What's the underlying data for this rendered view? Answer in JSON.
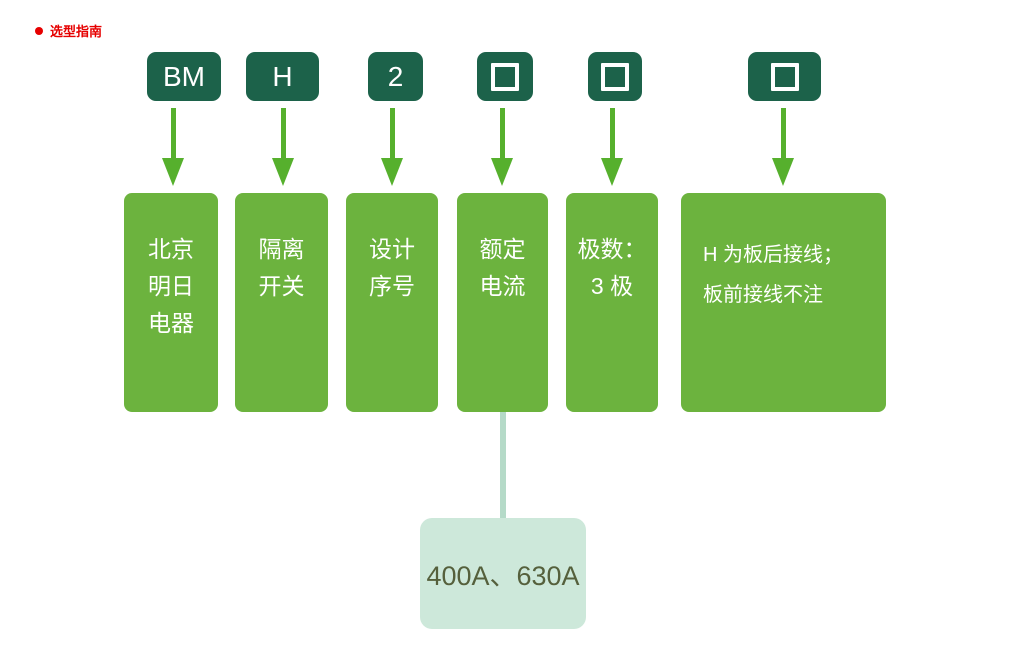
{
  "header": {
    "title": "选型指南",
    "bullet_color": "#e60000"
  },
  "diagram": {
    "segments": [
      {
        "code": "BM",
        "code_type": "text",
        "desc_lines": [
          "北京",
          "明日",
          "电器"
        ]
      },
      {
        "code": "H",
        "code_type": "text",
        "desc_lines": [
          "隔离",
          "开关"
        ]
      },
      {
        "code": "2",
        "code_type": "text",
        "desc_lines": [
          "设计",
          "序号"
        ]
      },
      {
        "code": "",
        "code_type": "square-placeholder",
        "desc_lines": [
          "额定",
          "电流"
        ]
      },
      {
        "code": "",
        "code_type": "square-placeholder",
        "desc_lines": [
          "极数：",
          "3 极"
        ]
      },
      {
        "code": "",
        "code_type": "square-placeholder",
        "desc_lines": [
          "H 为板后接线；",
          "板前接线不注"
        ]
      }
    ],
    "callout": {
      "label": "400A、630A",
      "attached_to_segment": "额定电流"
    }
  },
  "colors": {
    "accent_red": "#e60000",
    "code_box_green": "#1c624a",
    "desc_box_green": "#6cb33e",
    "arrow_green": "#56b02d",
    "callout_bg": "#cde8da",
    "callout_line": "#b5dac8",
    "callout_text": "#55603c"
  }
}
